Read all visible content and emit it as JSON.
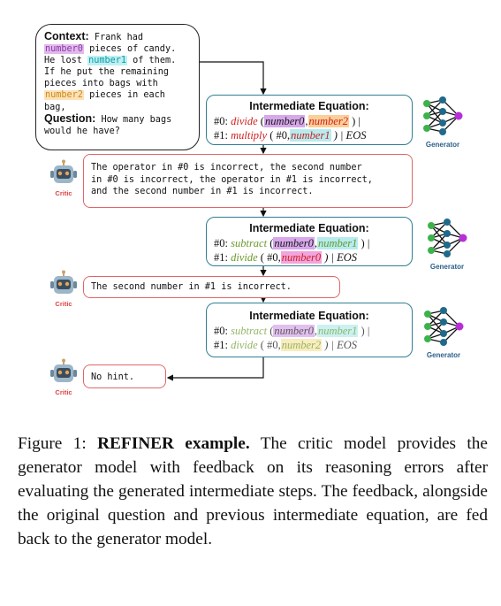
{
  "context": {
    "context_label": "Context:",
    "line1": " Frank had",
    "number0": "number0",
    "line2": " pieces of candy.",
    "line3a": "He lost ",
    "number1": "number1",
    "line3b": " of them.",
    "line4": "If he put the remaining",
    "line5": "pieces into bags with",
    "number2": "number2",
    "line6": " pieces in each",
    "line7": "bag,",
    "question_label": "Question:",
    "q1": " How many bags",
    "q2": "would he have?"
  },
  "equations": [
    {
      "title": "Intermediate Equation:",
      "l1": {
        "prefix": "#0: ",
        "op": "divide",
        "open": " (",
        "a": "number0",
        "comma": ",",
        "b": "number2",
        "close": " ) |"
      },
      "l2": {
        "prefix": "#1: ",
        "op": "multiply",
        "open": " ( #0,",
        "b": "number1",
        "close": " ) | EOS"
      }
    },
    {
      "title": "Intermediate Equation:",
      "l1": {
        "prefix": "#0: ",
        "op": "subtract",
        "open": " (",
        "a": "number0",
        "comma": ",",
        "b": "number1",
        "close": " ) |"
      },
      "l2": {
        "prefix": "#1: ",
        "op": "divide",
        "open": " ( #0,",
        "b": "number0",
        "close": " ) | EOS"
      }
    },
    {
      "title": "Intermediate Equation:",
      "l1": {
        "prefix": "#0: ",
        "op": "subtract",
        "open": " (",
        "a": "number0",
        "comma": ",",
        "b": "number1",
        "close": " ) |"
      },
      "l2": {
        "prefix": "#1: ",
        "op": "divide",
        "open": " ( #0,",
        "b": "number2",
        "close": " ) | EOS"
      }
    }
  ],
  "feedback": [
    "The operator in #0 is incorrect, the second number\nin #0 is incorrect, the operator in #1 is incorrect,\nand the second number in #1 is incorrect.",
    "The second number in #1 is incorrect.",
    "No hint."
  ],
  "critic_label": "Critic",
  "generator_label": "Generator",
  "caption": {
    "fig": "Figure 1: ",
    "bold": "REFINER example.",
    "text": " The critic model provides the generator model with feedback on its reasoning errors after evaluating the generated intermediate steps. The feedback, alongside the original question and previous intermediate equation, are fed back to the generator model."
  },
  "colors": {
    "critic_border": "#e06666",
    "generator_border": "#2f7f93",
    "highlight_purple": "#e2b9ec",
    "highlight_cyan": "#bff0f2",
    "highlight_orange": "#fde1b8"
  },
  "icons": [
    "robot-icon",
    "neural-network-icon"
  ]
}
